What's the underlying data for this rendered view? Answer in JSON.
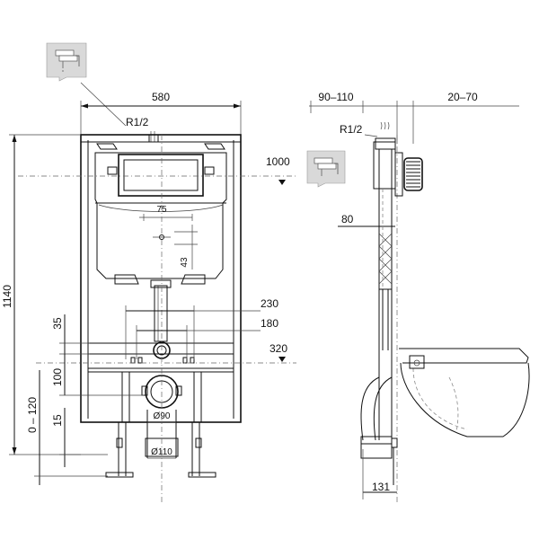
{
  "front": {
    "width_label": "580",
    "thread_label": "R1/2",
    "height_label": "1140",
    "level_1000": "1000",
    "dim_75": "75",
    "dim_43": "43",
    "dim_230": "230",
    "dim_180": "180",
    "level_320": "320",
    "dim_35": "35",
    "dim_100": "100",
    "range_0_120": "0 – 120",
    "dim_15": "15",
    "pipe_90": "Ø90",
    "pipe_110": "Ø110"
  },
  "side": {
    "depth_label": "90–110",
    "offset_label": "20–70",
    "thread_label": "R1/2",
    "dim_80": "80",
    "dim_131": "131"
  },
  "icons": [
    "water-tap-icon",
    "water-tap-icon"
  ],
  "colors": {
    "line": "#111111",
    "icon_bg": "#d9d9d9"
  }
}
